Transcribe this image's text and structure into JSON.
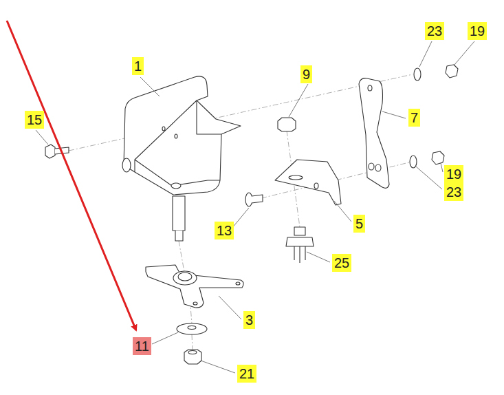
{
  "diagram": {
    "labels": [
      "23",
      "19",
      "1",
      "9",
      "15",
      "7",
      "19",
      "23",
      "13",
      "5",
      "25",
      "3",
      "11",
      "21"
    ]
  }
}
